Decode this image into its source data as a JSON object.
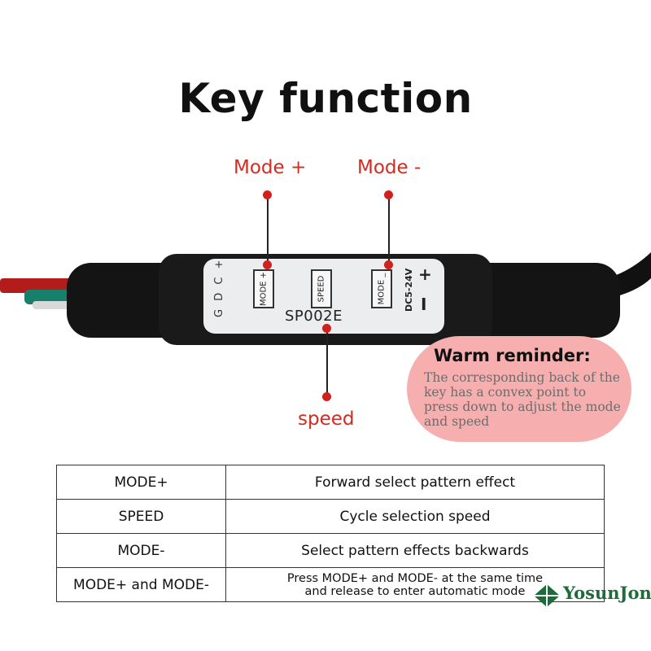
{
  "title": "Key function",
  "callouts": {
    "mode_plus": "Mode +",
    "mode_minus": "Mode -",
    "speed": "speed"
  },
  "device": {
    "pins": "G D C +",
    "button_mode_plus": "MODE +",
    "button_speed": "SPEED",
    "button_mode_minus": "MODE _",
    "model": "SP002E",
    "voltage": "DC5-24V",
    "plus_sign": "+",
    "minus_sign": "I"
  },
  "reminder": {
    "title": "Warm reminder:",
    "body": "The corresponding back of the key has a convex point to press down to adjust the mode and speed"
  },
  "table": {
    "rows": [
      {
        "key": "MODE+",
        "function": "Forward select pattern effect"
      },
      {
        "key": "SPEED",
        "function": "Cycle selection speed"
      },
      {
        "key": "MODE-",
        "function": "Select pattern effects backwards"
      },
      {
        "key": "MODE+ and MODE-",
        "function_line1": "Press MODE+ and MODE- at the same time",
        "function_line2": "and release to enter automatic mode"
      }
    ]
  },
  "logo": {
    "text": "YosunJon",
    "icon": "leaf-logo-icon",
    "color": "#1e6b3a"
  },
  "colors": {
    "accent_red": "#d42a20",
    "reminder_bg": "#f6aeae"
  }
}
